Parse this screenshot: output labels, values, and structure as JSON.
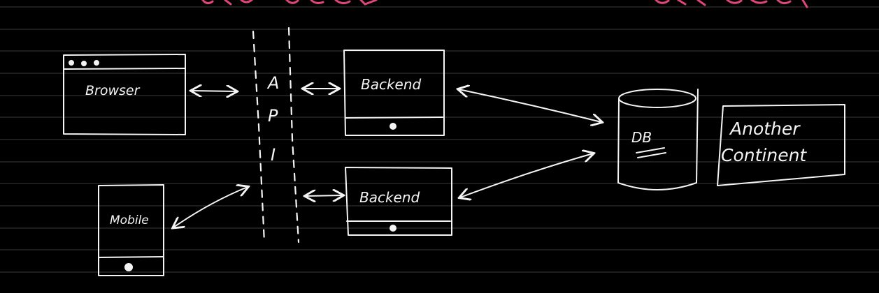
{
  "diagram": {
    "browser_label": "Browser",
    "mobile_label": "Mobile",
    "api_letters": [
      "A",
      "P",
      "I"
    ],
    "backend_top_label": "Backend",
    "backend_bottom_label": "Backend",
    "db_label": "DB",
    "another_line1": "Another",
    "another_line2": "Continent"
  },
  "colors": {
    "ink": "#f4f4f4",
    "accent": "#e0457b",
    "background": "#000000",
    "ruled_line": "#3c3c3c"
  }
}
